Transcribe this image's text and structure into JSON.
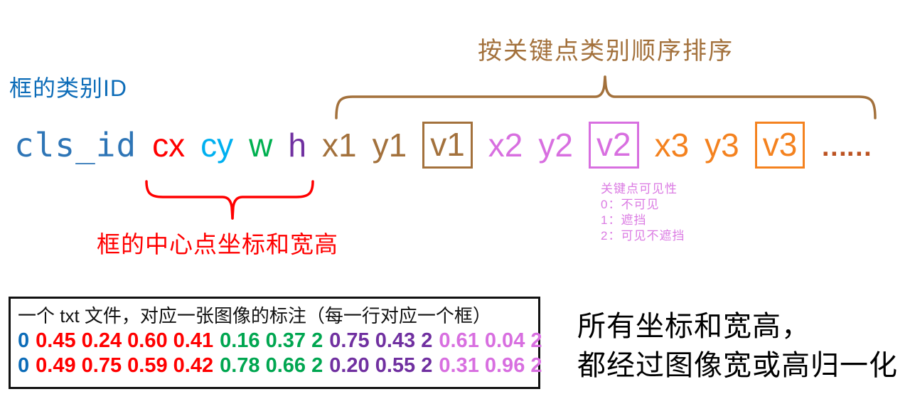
{
  "palette": {
    "blue_label": "#0C6CB8",
    "blue_mono": "#2E75B6",
    "red": "#FF0000",
    "sky": "#00B0F0",
    "green": "#00B050",
    "purple": "#7030A0",
    "brown": "#A3713C",
    "orchid": "#D86FE0",
    "orange": "#F4821F",
    "dots": "#BC5221",
    "data_green": "#00A650",
    "note_magenta": "#DB7BE3",
    "black": "#111111"
  },
  "top_label": "按关键点类别顺序排序",
  "left_label": "框的类别ID",
  "format_row": [
    {
      "text": "cls_id",
      "color": "blue_mono",
      "mono": true
    },
    {
      "text": "cx",
      "color": "red"
    },
    {
      "text": "cy",
      "color": "sky"
    },
    {
      "text": "w",
      "color": "green"
    },
    {
      "text": "h",
      "color": "purple"
    },
    {
      "text": "x1",
      "color": "brown"
    },
    {
      "text": "y1",
      "color": "brown"
    },
    {
      "text": "v1",
      "color": "brown",
      "boxed": true
    },
    {
      "text": "x2",
      "color": "orchid"
    },
    {
      "text": "y2",
      "color": "orchid"
    },
    {
      "text": "v2",
      "color": "orchid",
      "boxed": true
    },
    {
      "text": "x3",
      "color": "orange"
    },
    {
      "text": "y3",
      "color": "orange"
    },
    {
      "text": "v3",
      "color": "orange",
      "boxed": true
    },
    {
      "text": "……",
      "color": "dots",
      "dots": true
    }
  ],
  "center_label": "框的中心点坐标和宽高",
  "visibility_note": [
    "关键点可见性",
    "0：不可见",
    "1：遮挡",
    "2：可见不遮挡"
  ],
  "sample_box": {
    "title": "一个 txt 文件，对应一张图像的标注（每一行对应一个框）",
    "rows": [
      [
        {
          "text": "0",
          "color": "blue_label"
        },
        {
          "text": "0.45 0.24 0.60 0.41",
          "color": "red"
        },
        {
          "text": "0.16 0.37 2",
          "color": "data_green"
        },
        {
          "text": "0.75 0.43 2",
          "color": "purple"
        },
        {
          "text": "0.61 0.04 2",
          "color": "orchid"
        }
      ],
      [
        {
          "text": "0",
          "color": "blue_label"
        },
        {
          "text": "0.49 0.75 0.59 0.42",
          "color": "red"
        },
        {
          "text": "0.78 0.66 2",
          "color": "data_green"
        },
        {
          "text": "0.20 0.55 2",
          "color": "purple"
        },
        {
          "text": "0.31 0.96 2",
          "color": "orchid"
        }
      ]
    ]
  },
  "note_right": [
    "所有坐标和宽高，",
    "都经过图像宽或高归一化"
  ]
}
